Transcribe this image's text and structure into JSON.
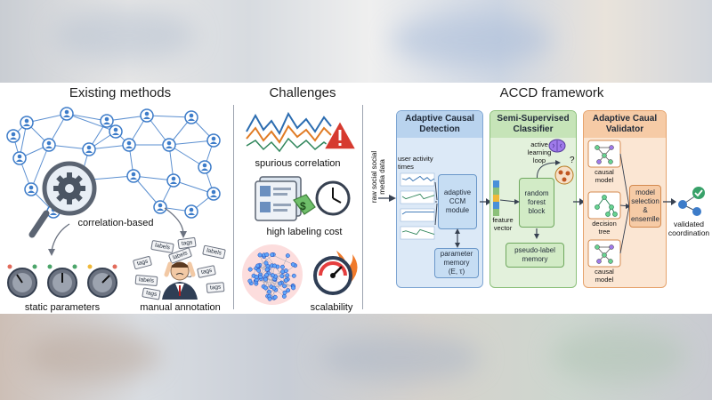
{
  "sections": {
    "existing": {
      "title": "Existing methods",
      "correlation_label": "correlation-based",
      "static_label": "static parameters",
      "manual_label": "manual annotation",
      "tag_label": "tags",
      "labels_label": "labels"
    },
    "challenges": {
      "title": "Challenges",
      "spurious": "spurious correlation",
      "labeling": "high labeling cost",
      "scalability": "scalability"
    },
    "accd": {
      "title": "ACCD framework",
      "raw_data": "raw social social media data",
      "acd": {
        "title": "Adaptive Causal Detection",
        "activity": "user activity times",
        "ccm": "adaptive CCM module",
        "param": "parameter memory",
        "param_sym": "(E, τ)"
      },
      "ssc": {
        "title": "Semi-Supervised Classifier",
        "active": "active learning loop",
        "feature": "feature vector",
        "forest": "random forest block",
        "pseudo": "pseudo-label memory"
      },
      "acv": {
        "title": "Adaptive Caual Validator",
        "causal1": "causal model",
        "decision": "decision tree",
        "causal2": "causal model",
        "ensemble": "model selection & ensemlle"
      },
      "output": "validated coordination"
    }
  },
  "colors": {
    "acd_bg": "#dce9f7",
    "acd_border": "#7ea6d3",
    "acd_title_bg": "#b9d3ee",
    "ssc_bg": "#e3f1dc",
    "ssc_border": "#8cc07a",
    "ssc_title_bg": "#c6e4b8",
    "acv_bg": "#fbe6d3",
    "acv_border": "#e6a36d",
    "acv_title_bg": "#f6cba6",
    "network_node": "#3d7cc9",
    "alert_red": "#d63a2f"
  },
  "icons": [
    "magnifier-icon",
    "gear-icon",
    "knob-icon",
    "person-stressed-icon",
    "warning-icon",
    "document-icon",
    "clock-icon",
    "dollar-tag-icon",
    "speedometer-icon",
    "flame-icon",
    "brain-icon",
    "checkmark-icon"
  ]
}
